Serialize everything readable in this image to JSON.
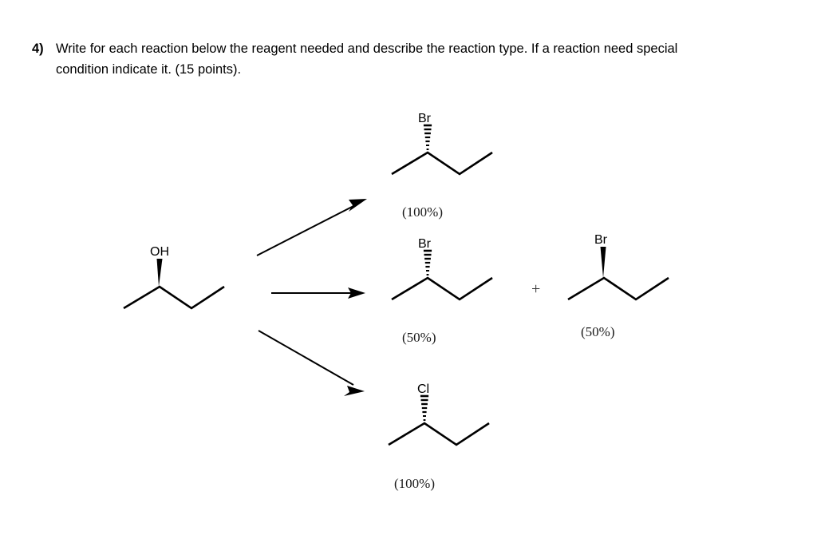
{
  "question": {
    "number": "4)",
    "text": "Write for each reaction below the reagent needed and describe the reaction type. If a reaction need special condition indicate it. (15 points)."
  },
  "scheme": {
    "plus_symbol": "+",
    "reactant": {
      "name": "reactant-2-butanol",
      "atom_label": "OH",
      "stereo_bond": "bold-wedge"
    },
    "products": [
      {
        "name": "product-bromobutane-inverted",
        "atom_label": "Br",
        "stereo_bond": "hashed-wedge",
        "yield": "(100%)"
      },
      {
        "name": "product-bromobutane-retained-a",
        "atom_label": "Br",
        "stereo_bond": "hashed-wedge",
        "yield": "(50%)"
      },
      {
        "name": "product-bromobutane-retained-b",
        "atom_label": "Br",
        "stereo_bond": "bold-wedge",
        "yield": "(50%)"
      },
      {
        "name": "product-chlorobutane",
        "atom_label": "Cl",
        "stereo_bond": "hashed-wedge",
        "yield": "(100%)"
      }
    ],
    "arrows": [
      {
        "name": "reaction-arrow-top",
        "direction": "up-right"
      },
      {
        "name": "reaction-arrow-middle",
        "direction": "right"
      },
      {
        "name": "reaction-arrow-bottom",
        "direction": "down-right"
      }
    ],
    "colors": {
      "ink": "#000000",
      "background": "#ffffff",
      "yield_text": "#1a1a1a"
    }
  }
}
